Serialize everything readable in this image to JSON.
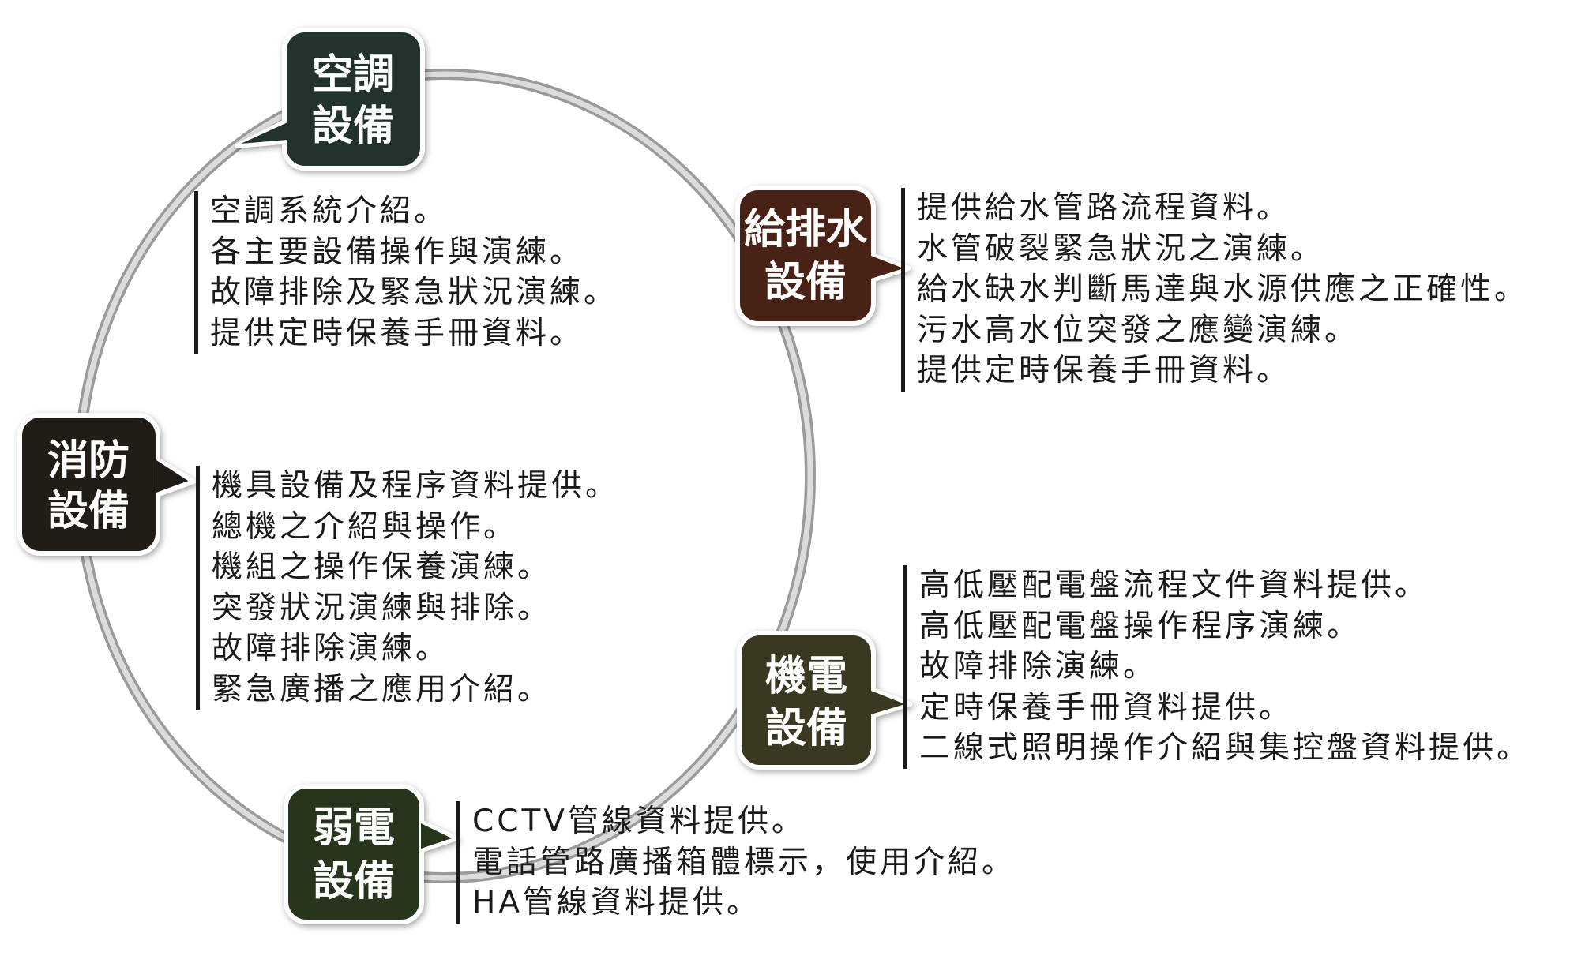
{
  "categories": [
    {
      "id": "ac",
      "title_lines": [
        "空調",
        "設備"
      ],
      "color": "#24322f",
      "items": [
        "空調系統介紹。",
        "各主要設備操作與演練。",
        "故障排除及緊急狀況演練。",
        "提供定時保養手冊資料。"
      ]
    },
    {
      "id": "plumbing",
      "title_lines": [
        "給排水",
        "設備"
      ],
      "color": "#4a2117",
      "items": [
        "提供給水管路流程資料。",
        "水管破裂緊急狀況之演練。",
        "給水缺水判斷馬達與水源供應之正確性。",
        "污水高水位突發之應變演練。",
        "提供定時保養手冊資料。"
      ]
    },
    {
      "id": "fire",
      "title_lines": [
        "消防",
        "設備"
      ],
      "color": "#241d19",
      "items": [
        "機具設備及程序資料提供。",
        "總機之介紹與操作。",
        "機組之操作保養演練。",
        "突發狀況演練與排除。",
        "故障排除演練。",
        "緊急廣播之應用介紹。"
      ]
    },
    {
      "id": "electrical",
      "title_lines": [
        "機電",
        "設備"
      ],
      "color": "#3b3721",
      "items": [
        "高低壓配電盤流程文件資料提供。",
        "高低壓配電盤操作程序演練。",
        "故障排除演練。",
        "定時保養手冊資料提供。",
        "二線式照明操作介紹與集控盤資料提供。"
      ]
    },
    {
      "id": "low_voltage",
      "title_lines": [
        "弱電",
        "設備"
      ],
      "color": "#28341f",
      "items": [
        "CCTV管線資料提供。",
        "電話管路廣播箱體標示，使用介紹。",
        "HA管線資料提供。"
      ]
    }
  ]
}
